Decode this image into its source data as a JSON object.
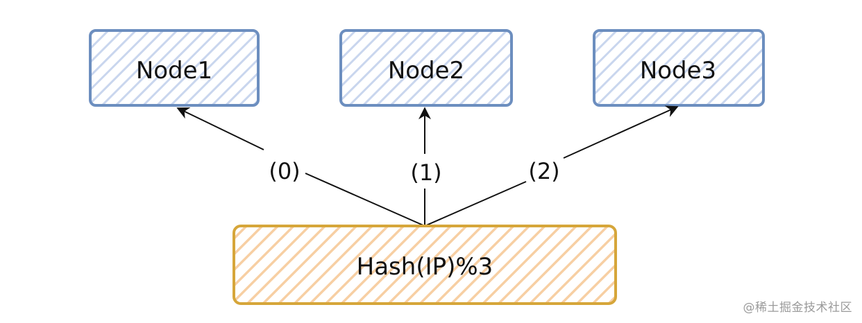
{
  "nodes": [
    {
      "label": "Node1"
    },
    {
      "label": "Node2"
    },
    {
      "label": "Node3"
    }
  ],
  "edges": [
    {
      "label": "(0)"
    },
    {
      "label": "(1)"
    },
    {
      "label": "(2)"
    }
  ],
  "hash": {
    "label": "Hash(IP)%3"
  },
  "watermark": "@稀土掘金技术社区",
  "colors": {
    "node_stroke": "#6c8ebf",
    "node_hatch": "#c9d6ee",
    "hash_stroke": "#d6a63a",
    "hash_hatch": "#f7cfa3",
    "line": "#111111"
  }
}
